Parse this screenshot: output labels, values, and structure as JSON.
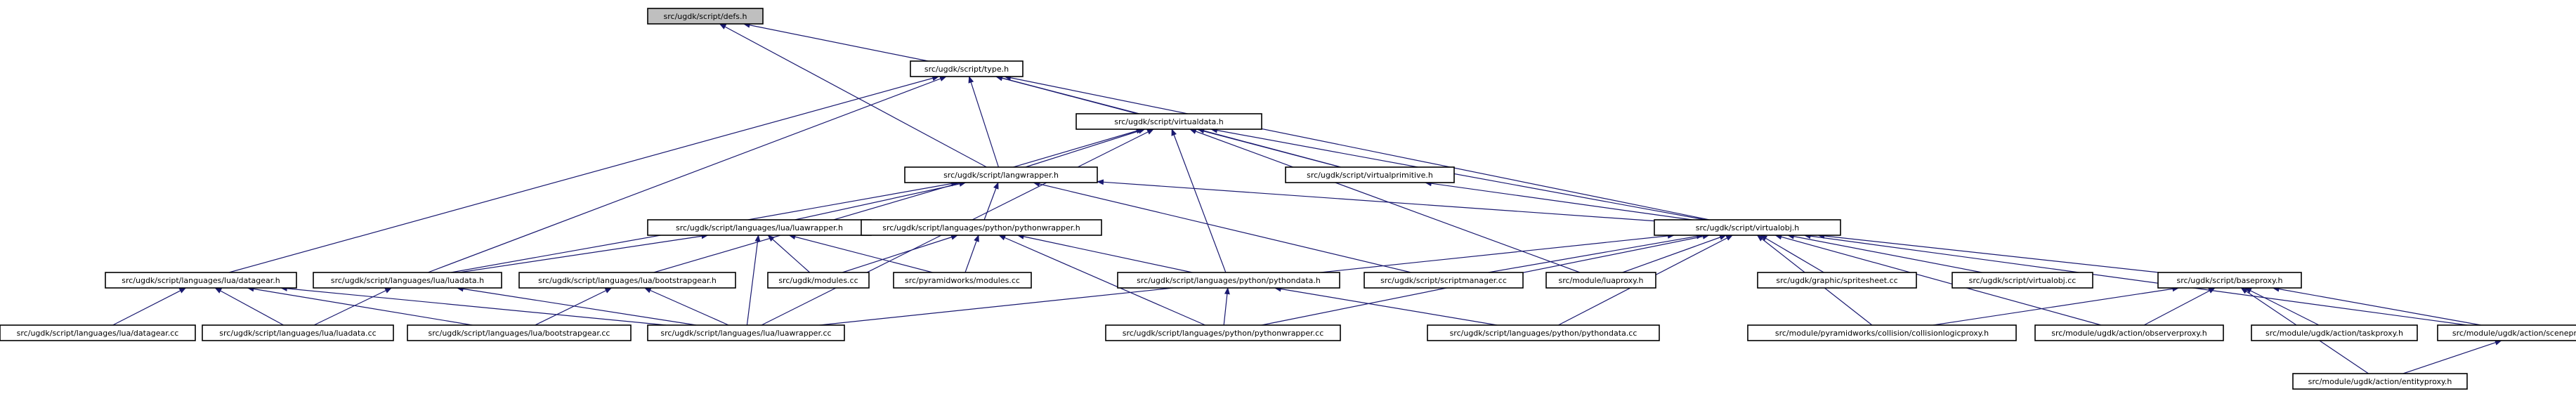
{
  "graph": {
    "edge_color": "#191970",
    "root_fill": "#bfbfbf",
    "nodes": [
      {
        "id": "defs",
        "label": "src/ugdk/script/defs.h",
        "root": true
      },
      {
        "id": "type",
        "label": "src/ugdk/script/type.h"
      },
      {
        "id": "virtualdata",
        "label": "src/ugdk/script/virtualdata.h"
      },
      {
        "id": "langwrapper",
        "label": "src/ugdk/script/langwrapper.h"
      },
      {
        "id": "virtualprimitive",
        "label": "src/ugdk/script/virtualprimitive.h"
      },
      {
        "id": "virtualobj_h",
        "label": "src/ugdk/script/virtualobj.h"
      },
      {
        "id": "luawrapper_h",
        "label": "src/ugdk/script/languages/lua/luawrapper.h"
      },
      {
        "id": "pythonwrapper_h",
        "label": "src/ugdk/script/languages/python/pythonwrapper.h"
      },
      {
        "id": "datagear_h",
        "label": "src/ugdk/script/languages/lua/datagear.h"
      },
      {
        "id": "luadata_h",
        "label": "src/ugdk/script/languages/lua/luadata.h"
      },
      {
        "id": "bootstrapgear_h",
        "label": "src/ugdk/script/languages/lua/bootstrapgear.h"
      },
      {
        "id": "modules_cc",
        "label": "src/ugdk/modules.cc"
      },
      {
        "id": "pyramid_modules",
        "label": "src/pyramidworks/modules.cc"
      },
      {
        "id": "pythondata_h",
        "label": "src/ugdk/script/languages/python/pythondata.h"
      },
      {
        "id": "scriptmanager",
        "label": "src/ugdk/script/scriptmanager.cc"
      },
      {
        "id": "luaproxy",
        "label": "src/module/luaproxy.h"
      },
      {
        "id": "spritesheet",
        "label": "src/ugdk/graphic/spritesheet.cc"
      },
      {
        "id": "virtualobj_cc",
        "label": "src/ugdk/script/virtualobj.cc"
      },
      {
        "id": "baseproxy",
        "label": "src/ugdk/script/baseproxy.h"
      },
      {
        "id": "datagear_cc",
        "label": "src/ugdk/script/languages/lua/datagear.cc"
      },
      {
        "id": "luadata_cc",
        "label": "src/ugdk/script/languages/lua/luadata.cc"
      },
      {
        "id": "bootstrapgear_cc",
        "label": "src/ugdk/script/languages/lua/bootstrapgear.cc"
      },
      {
        "id": "luawrapper_cc",
        "label": "src/ugdk/script/languages/lua/luawrapper.cc"
      },
      {
        "id": "pythonwrapper_cc",
        "label": "src/ugdk/script/languages/python/pythonwrapper.cc"
      },
      {
        "id": "pythondata_cc",
        "label": "src/ugdk/script/languages/python/pythondata.cc"
      },
      {
        "id": "collisionlogicproxy",
        "label": "src/module/pyramidworks/collision/collisionlogicproxy.h"
      },
      {
        "id": "observerproxy",
        "label": "src/module/ugdk/action/observerproxy.h"
      },
      {
        "id": "taskproxy",
        "label": "src/module/ugdk/action/taskproxy.h"
      },
      {
        "id": "sceneproxy",
        "label": "src/module/ugdk/action/sceneproxy.h"
      },
      {
        "id": "entityproxy",
        "label": "src/module/ugdk/action/entityproxy.h"
      }
    ],
    "edges": [
      [
        "type",
        "defs"
      ],
      [
        "langwrapper",
        "defs"
      ],
      [
        "virtualdata",
        "type"
      ],
      [
        "langwrapper",
        "type"
      ],
      [
        "virtualprimitive",
        "type"
      ],
      [
        "virtualobj_h",
        "type"
      ],
      [
        "datagear_h",
        "type"
      ],
      [
        "luadata_h",
        "type"
      ],
      [
        "langwrapper",
        "virtualdata"
      ],
      [
        "virtualprimitive",
        "virtualdata"
      ],
      [
        "virtualobj_h",
        "virtualdata"
      ],
      [
        "bootstrapgear_h",
        "virtualdata"
      ],
      [
        "pythondata_h",
        "virtualdata"
      ],
      [
        "luaproxy",
        "virtualdata"
      ],
      [
        "luawrapper_cc",
        "virtualdata"
      ],
      [
        "luawrapper_h",
        "langwrapper"
      ],
      [
        "pythonwrapper_h",
        "langwrapper"
      ],
      [
        "scriptmanager",
        "langwrapper"
      ],
      [
        "virtualobj_h",
        "langwrapper"
      ],
      [
        "luadata_h",
        "langwrapper"
      ],
      [
        "virtualobj_h",
        "virtualprimitive"
      ],
      [
        "scriptmanager",
        "virtualobj_h"
      ],
      [
        "luaproxy",
        "virtualobj_h"
      ],
      [
        "spritesheet",
        "virtualobj_h"
      ],
      [
        "virtualobj_cc",
        "virtualobj_h"
      ],
      [
        "baseproxy",
        "virtualobj_h"
      ],
      [
        "luawrapper_cc",
        "virtualobj_h"
      ],
      [
        "pythonwrapper_cc",
        "virtualobj_h"
      ],
      [
        "pythondata_cc",
        "virtualobj_h"
      ],
      [
        "collisionlogicproxy",
        "virtualobj_h"
      ],
      [
        "observerproxy",
        "virtualobj_h"
      ],
      [
        "sceneproxy",
        "virtualobj_h"
      ],
      [
        "luadata_h",
        "luawrapper_h"
      ],
      [
        "modules_cc",
        "luawrapper_h"
      ],
      [
        "pyramid_modules",
        "luawrapper_h"
      ],
      [
        "luawrapper_cc",
        "luawrapper_h"
      ],
      [
        "modules_cc",
        "pythonwrapper_h"
      ],
      [
        "pyramid_modules",
        "pythonwrapper_h"
      ],
      [
        "pythondata_h",
        "pythonwrapper_h"
      ],
      [
        "pythonwrapper_cc",
        "pythonwrapper_h"
      ],
      [
        "datagear_cc",
        "datagear_h"
      ],
      [
        "luadata_cc",
        "datagear_h"
      ],
      [
        "bootstrapgear_cc",
        "datagear_h"
      ],
      [
        "luawrapper_cc",
        "datagear_h"
      ],
      [
        "luadata_cc",
        "luadata_h"
      ],
      [
        "luawrapper_cc",
        "luadata_h"
      ],
      [
        "bootstrapgear_cc",
        "bootstrapgear_h"
      ],
      [
        "luawrapper_cc",
        "bootstrapgear_h"
      ],
      [
        "pythonwrapper_cc",
        "pythondata_h"
      ],
      [
        "pythondata_cc",
        "pythondata_h"
      ],
      [
        "collisionlogicproxy",
        "baseproxy"
      ],
      [
        "observerproxy",
        "baseproxy"
      ],
      [
        "taskproxy",
        "baseproxy"
      ],
      [
        "sceneproxy",
        "baseproxy"
      ],
      [
        "entityproxy",
        "baseproxy"
      ],
      [
        "entityproxy",
        "sceneproxy"
      ]
    ]
  }
}
